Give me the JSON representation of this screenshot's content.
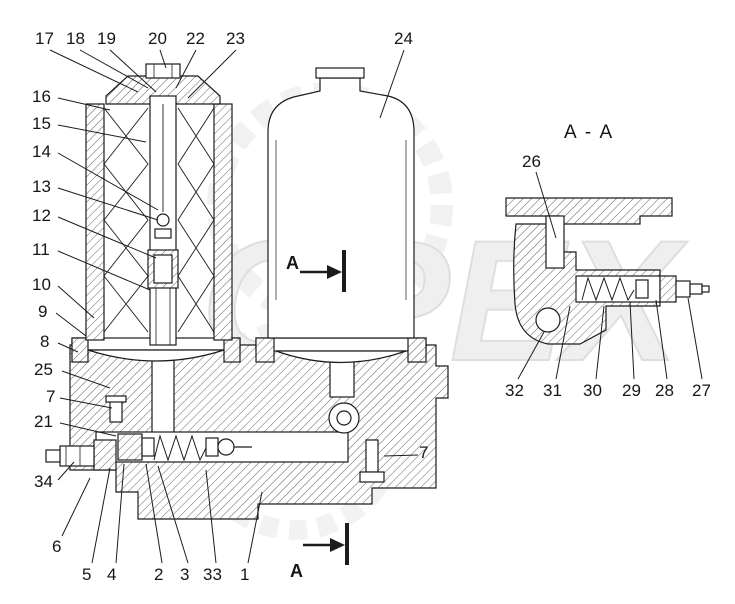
{
  "drawing": {
    "section_title": "A - A",
    "watermark": "OPEX"
  },
  "callouts": {
    "n17": "17",
    "n18": "18",
    "n19": "19",
    "n20": "20",
    "n22": "22",
    "n23": "23",
    "n24": "24",
    "n16": "16",
    "n15": "15",
    "n14": "14",
    "n13": "13",
    "n12": "12",
    "n11": "11",
    "n10": "10",
    "n9": "9",
    "n8": "8",
    "n25": "25",
    "n7_left": "7",
    "n21": "21",
    "n34": "34",
    "n6": "6",
    "n5": "5",
    "n4": "4",
    "n2": "2",
    "n3": "3",
    "n33": "33",
    "n1": "1",
    "n26": "26",
    "n32": "32",
    "n31": "31",
    "n30": "30",
    "n29": "29",
    "n28": "28",
    "n27": "27",
    "n7_right": "7",
    "a_mid": "A",
    "a_bottom": "A"
  },
  "colors": {
    "line": "#1c1c1c",
    "watermark": "#ececec",
    "background": "#ffffff"
  }
}
